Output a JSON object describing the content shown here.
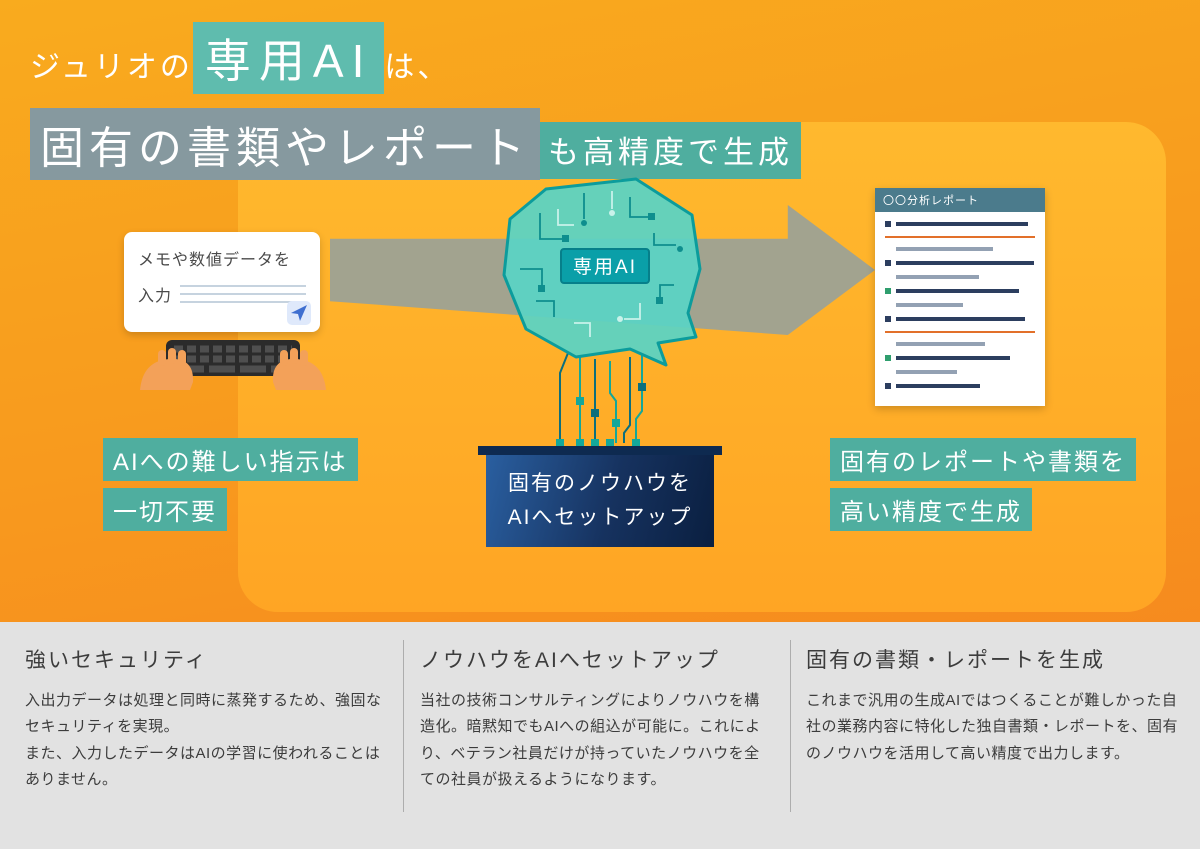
{
  "headline": {
    "line1_prefix": "ジュリオの",
    "line1_highlight": "専用AI",
    "line1_suffix": "は、",
    "line2_highlight": "固有の書類やレポート",
    "line2_suffix": "も高精度で生成"
  },
  "diagram": {
    "input_card": {
      "line1": "メモや数値データを",
      "line2": "入力"
    },
    "ai_label": "専用AI",
    "setup_box": "固有のノウハウを\nAIへセットアップ",
    "report_title": "〇〇分析レポート",
    "caption_left_line1": "AIへの難しい指示は",
    "caption_left_line2": "一切不要",
    "caption_right_line1": "固有のレポートや書類を",
    "caption_right_line2": "高い精度で生成"
  },
  "features": [
    {
      "title": "強いセキュリティ",
      "body": "入出力データは処理と同時に蒸発するため、強固なセキュリティを実現。\nまた、入力したデータはAIの学習に使われることはありません。"
    },
    {
      "title": "ノウハウをAIへセットアップ",
      "body": "当社の技術コンサルティングによりノウハウを構造化。暗黙知でもAIへの組込が可能に。これにより、ベテラン社員だけが持っていたノウハウを全ての社員が扱えるようになります。"
    },
    {
      "title": "固有の書類・レポートを生成",
      "body": "これまで汎用の生成AIではつくることが難しかった自社の業務内容に特化した独自書類・レポートを、固有のノウハウを活用して高い精度で出力します。"
    }
  ],
  "colors": {
    "background_orange_top": "#f9ab1e",
    "background_orange_bottom": "#f5811f",
    "panel_orange": "#ffb92e",
    "highlight_teal": "#5fbcae",
    "highlight_slate": "#86999f",
    "caption_teal": "#4fae9f",
    "arrow_gray": "#a2a38f",
    "brain_teal": "#59d3c5",
    "ai_label_teal": "#0a9fa8",
    "setup_navy": "#0e2a50",
    "report_header": "#4b7b8c",
    "report_accent_orange": "#e2702a",
    "footer_gray": "#e2e2e2"
  }
}
